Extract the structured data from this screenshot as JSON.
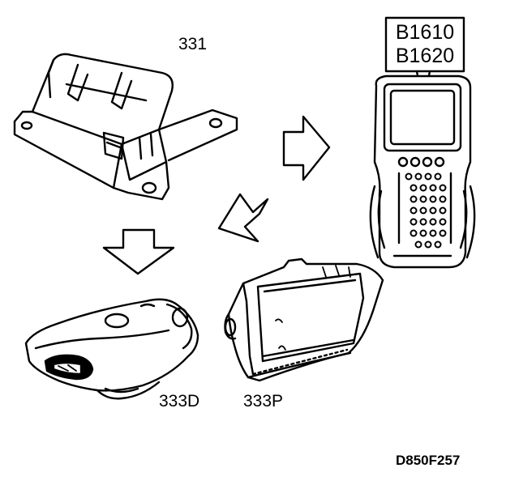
{
  "labels": {
    "control_module": "331",
    "driver_airbag": "333D",
    "passenger_airbag": "333P",
    "figure_id": "D850F257"
  },
  "tester": {
    "codes": [
      "B1610",
      "B1620"
    ]
  },
  "colors": {
    "ink": "#000000",
    "paper": "#ffffff"
  }
}
